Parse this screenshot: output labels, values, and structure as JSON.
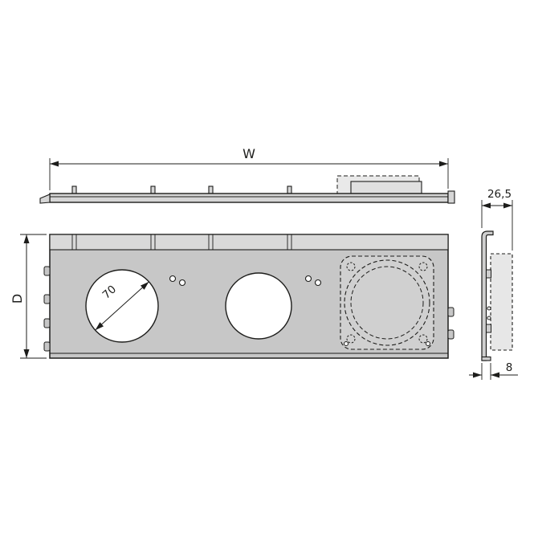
{
  "drawing": {
    "description": "Orthographic dimensional drawing of a fan tray mounting plate with three circular cutouts and a dashed phantom fan unit",
    "labels": {
      "width": "W",
      "depth": "D",
      "side_total_depth": "26,5",
      "flange_depth": "8",
      "hole_diameter": "70"
    },
    "colors": {
      "line": "#1d1d1b",
      "body": "#c7c7c7",
      "flange": "#d9d9d9",
      "fan_area": "#d0d0d0",
      "hidden_fill": "#e9e9e9",
      "side_fan_fill": "#e7e7e7",
      "hole": "#ffffff",
      "background": "#ffffff"
    }
  }
}
